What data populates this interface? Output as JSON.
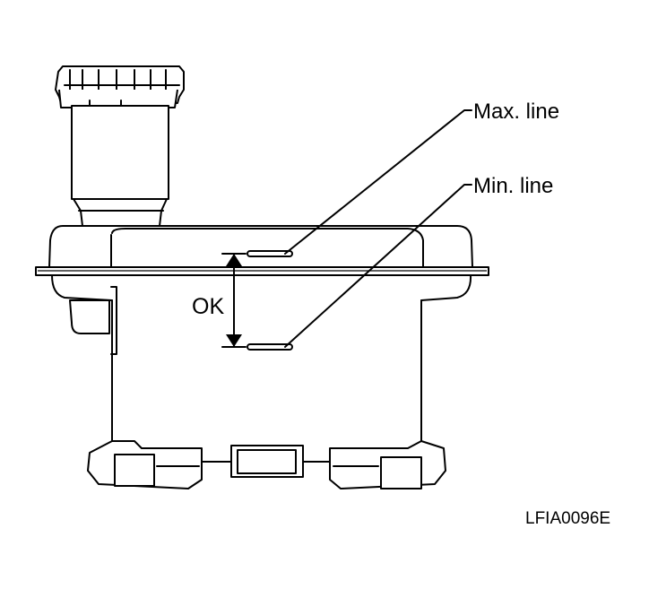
{
  "labels": {
    "max_line": "Max. line",
    "min_line": "Min. line",
    "ok": "OK",
    "figure_code": "LFIA0096E"
  },
  "colors": {
    "ink": "#000000",
    "paper": "#ffffff"
  }
}
